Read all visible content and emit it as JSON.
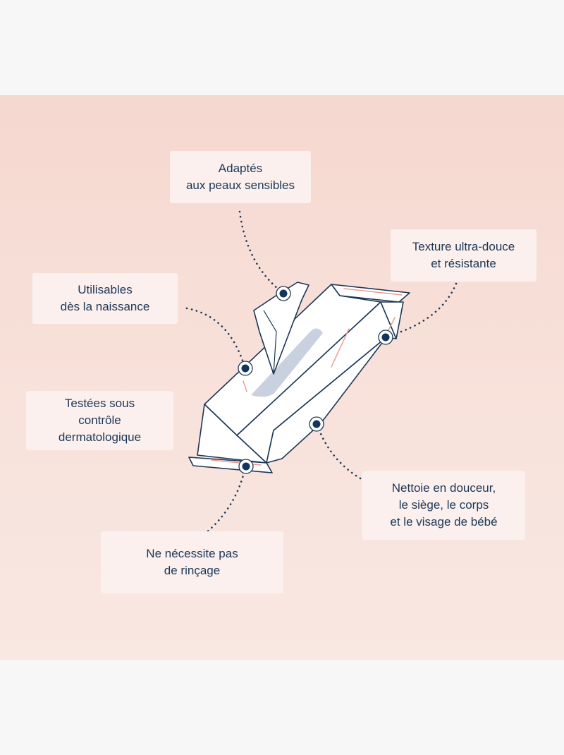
{
  "features": [
    {
      "id": "sensitive",
      "lines": [
        "Adaptés",
        "aux peaux sensibles"
      ]
    },
    {
      "id": "texture",
      "lines": [
        "Texture ultra-douce",
        "et résistante"
      ]
    },
    {
      "id": "birth",
      "lines": [
        "Utilisables",
        "dès la naissance"
      ]
    },
    {
      "id": "tested",
      "lines": [
        "Testées sous",
        "contrôle",
        "dermatologique"
      ]
    },
    {
      "id": "cleans",
      "lines": [
        "Nettoie en douceur,",
        "le siège, le corps",
        "et le visage de bébé"
      ]
    },
    {
      "id": "rinse",
      "lines": [
        "Ne nécessite pas",
        "de rinçage"
      ]
    }
  ],
  "colors": {
    "background": "#f7f7f7",
    "panel": "#f6dcd3",
    "card": "#fbf0ed",
    "text": "#1c3657",
    "outline": "#1c3657",
    "marker": "#13345c",
    "accent_stripe": "#e89a8c",
    "label_window": "#c9d0e0"
  },
  "illustration": {
    "subject": "baby-wipes-pack",
    "marker_icon": "dot-marker-icon"
  }
}
